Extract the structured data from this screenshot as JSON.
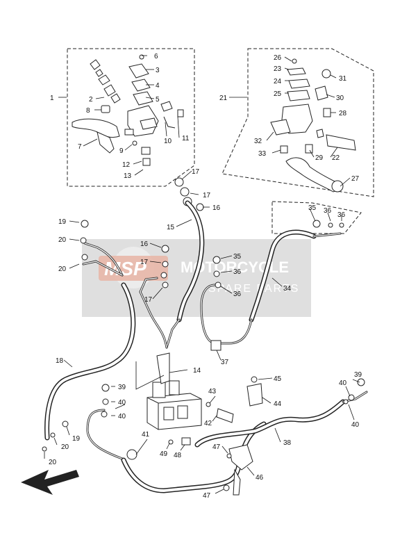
{
  "labels": {
    "n1": "1",
    "n2": "2",
    "n3": "3",
    "n4": "4",
    "n5": "5",
    "n6": "6",
    "n7": "7",
    "n8": "8",
    "n9": "9",
    "n10": "10",
    "n11": "11",
    "n12": "12",
    "n13": "13",
    "n14": "14",
    "n15": "15",
    "n16a": "16",
    "n16b": "16",
    "n17a": "17",
    "n17b": "17",
    "n17c": "17",
    "n17d": "17",
    "n18": "18",
    "n19a": "19",
    "n19b": "19",
    "n20a": "20",
    "n20b": "20",
    "n20c": "20",
    "n20d": "20",
    "n21": "21",
    "n22": "22",
    "n23": "23",
    "n24": "24",
    "n25": "25",
    "n26": "26",
    "n27": "27",
    "n28": "28",
    "n29": "29",
    "n30": "30",
    "n31": "31",
    "n32": "32",
    "n33": "33",
    "n34": "34",
    "n35a": "35",
    "n35b": "35",
    "n36a": "36",
    "n36b": "36",
    "n36c": "36",
    "n36d": "36",
    "n37": "37",
    "n38": "38",
    "n39a": "39",
    "n39b": "39",
    "n40a": "40",
    "n40b": "40",
    "n40c": "40",
    "n40d": "40",
    "n41": "41",
    "n42": "42",
    "n43": "43",
    "n44": "44",
    "n45": "45",
    "n46": "46",
    "n47a": "47",
    "n47b": "47",
    "n48": "48",
    "n49": "49"
  },
  "watermark": {
    "logo": "MSP",
    "line1": "MOTORCYCLE",
    "line2": "SPARE PARTS"
  },
  "colors": {
    "watermark_panel": "#d9d9d9",
    "watermark_logo": "#e8b7a8",
    "line": "#222222"
  },
  "icons": {
    "direction": "front-direction-arrow-icon"
  }
}
